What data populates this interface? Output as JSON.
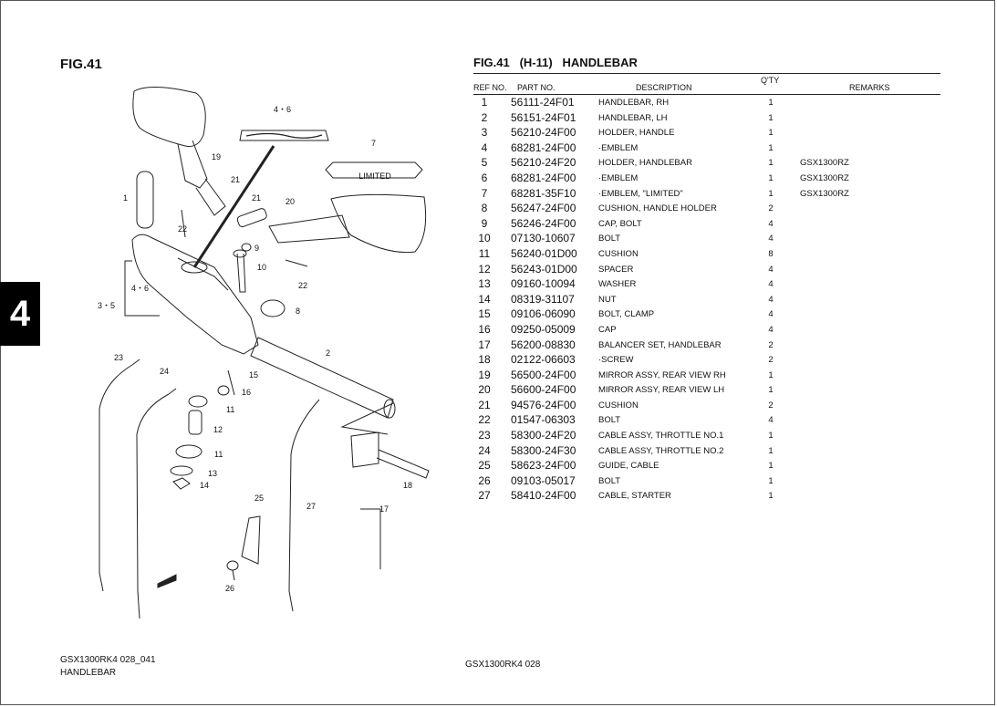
{
  "left": {
    "fig_title": "FIG.41",
    "section_number": "4",
    "emblem_text": "LIMITED",
    "callouts": [
      "1",
      "2",
      "3・5",
      "4・6",
      "4・6",
      "7",
      "8",
      "9",
      "10",
      "11",
      "11",
      "12",
      "13",
      "14",
      "15",
      "16",
      "17",
      "18",
      "19",
      "20",
      "21",
      "21",
      "22",
      "22",
      "23",
      "24",
      "25",
      "26",
      "27"
    ]
  },
  "footer": {
    "left_line1": "GSX1300RK4 028_041",
    "left_line2": "HANDLEBAR",
    "middle": "GSX1300RK4 028"
  },
  "right": {
    "title": "FIG.41   (H-11)   HANDLEBAR",
    "headers": {
      "ref": "REF NO.",
      "part": "PART NO.",
      "description": "DESCRIPTION",
      "qty": "Q'TY",
      "remarks": "REMARKS"
    },
    "rows": [
      {
        "ref": "1",
        "part": "56111-24F01",
        "desc": "HANDLEBAR, RH",
        "qty": "1",
        "rem": ""
      },
      {
        "ref": "2",
        "part": "56151-24F01",
        "desc": "HANDLEBAR, LH",
        "qty": "1",
        "rem": ""
      },
      {
        "ref": "3",
        "part": "56210-24F00",
        "desc": "HOLDER, HANDLE",
        "qty": "1",
        "rem": ""
      },
      {
        "ref": "4",
        "part": "68281-24F00",
        "desc": "·EMBLEM",
        "qty": "1",
        "rem": ""
      },
      {
        "ref": "5",
        "part": "56210-24F20",
        "desc": "HOLDER, HANDLEBAR",
        "qty": "1",
        "rem": "GSX1300RZ"
      },
      {
        "ref": "6",
        "part": "68281-24F00",
        "desc": "·EMBLEM",
        "qty": "1",
        "rem": "GSX1300RZ"
      },
      {
        "ref": "7",
        "part": "68281-35F10",
        "desc": "·EMBLEM, \"LIMITED\"",
        "qty": "1",
        "rem": "GSX1300RZ"
      },
      {
        "ref": "8",
        "part": "56247-24F00",
        "desc": "CUSHION, HANDLE HOLDER",
        "qty": "2",
        "rem": ""
      },
      {
        "ref": "9",
        "part": "56246-24F00",
        "desc": "CAP, BOLT",
        "qty": "4",
        "rem": ""
      },
      {
        "ref": "10",
        "part": "07130-10607",
        "desc": "BOLT",
        "qty": "4",
        "rem": ""
      },
      {
        "ref": "11",
        "part": "56240-01D00",
        "desc": "CUSHION",
        "qty": "8",
        "rem": ""
      },
      {
        "ref": "12",
        "part": "56243-01D00",
        "desc": "SPACER",
        "qty": "4",
        "rem": ""
      },
      {
        "ref": "13",
        "part": "09160-10094",
        "desc": "WASHER",
        "qty": "4",
        "rem": ""
      },
      {
        "ref": "14",
        "part": "08319-31107",
        "desc": "NUT",
        "qty": "4",
        "rem": ""
      },
      {
        "ref": "15",
        "part": "09106-06090",
        "desc": "BOLT, CLAMP",
        "qty": "4",
        "rem": ""
      },
      {
        "ref": "16",
        "part": "09250-05009",
        "desc": "CAP",
        "qty": "4",
        "rem": ""
      },
      {
        "ref": "17",
        "part": "56200-08830",
        "desc": "BALANCER SET, HANDLEBAR",
        "qty": "2",
        "rem": ""
      },
      {
        "ref": "18",
        "part": "02122-06603",
        "desc": "·SCREW",
        "qty": "2",
        "rem": ""
      },
      {
        "ref": "19",
        "part": "56500-24F00",
        "desc": "MIRROR ASSY, REAR VIEW RH",
        "qty": "1",
        "rem": ""
      },
      {
        "ref": "20",
        "part": "56600-24F00",
        "desc": "MIRROR ASSY, REAR VIEW LH",
        "qty": "1",
        "rem": ""
      },
      {
        "ref": "21",
        "part": "94576-24F00",
        "desc": "CUSHION",
        "qty": "2",
        "rem": ""
      },
      {
        "ref": "22",
        "part": "01547-06303",
        "desc": "BOLT",
        "qty": "4",
        "rem": ""
      },
      {
        "ref": "23",
        "part": "58300-24F20",
        "desc": "CABLE ASSY, THROTTLE NO.1",
        "qty": "1",
        "rem": ""
      },
      {
        "ref": "24",
        "part": "58300-24F30",
        "desc": "CABLE ASSY, THROTTLE NO.2",
        "qty": "1",
        "rem": ""
      },
      {
        "ref": "25",
        "part": "58623-24F00",
        "desc": "GUIDE, CABLE",
        "qty": "1",
        "rem": ""
      },
      {
        "ref": "26",
        "part": "09103-05017",
        "desc": "BOLT",
        "qty": "1",
        "rem": ""
      },
      {
        "ref": "27",
        "part": "58410-24F00",
        "desc": "CABLE, STARTER",
        "qty": "1",
        "rem": ""
      }
    ]
  }
}
